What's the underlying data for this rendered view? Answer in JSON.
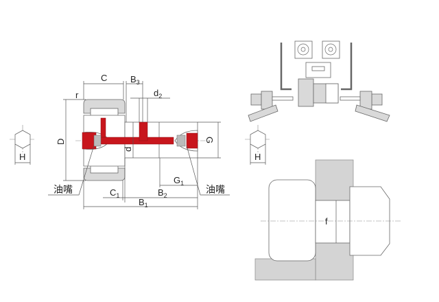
{
  "labels": {
    "C": "C",
    "B3": "B",
    "B3_sub": "3",
    "d2": "d",
    "d2_sub": "2",
    "r": "r",
    "D": "D",
    "d": "d",
    "G": "G",
    "G1": "G",
    "G1_sub": "1",
    "B2": "B",
    "B2_sub": "2",
    "C1": "C",
    "C1_sub": "1",
    "B1": "B",
    "B1_sub": "1",
    "oil_nipple_left": "油嘴",
    "oil_nipple_right": "油嘴",
    "H_left": "H",
    "H_right": "H",
    "f": "f"
  },
  "colors": {
    "lubrication_path": "#c8161d",
    "part_fill": "#d9d9d9"
  }
}
